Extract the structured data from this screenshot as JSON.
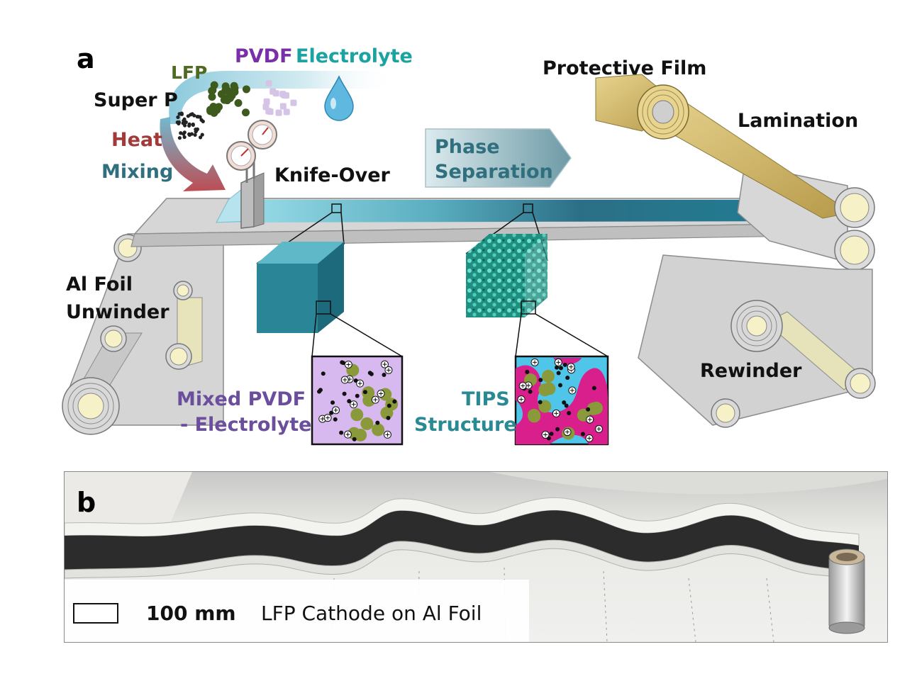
{
  "panel_a": {
    "letter": "a",
    "labels": {
      "pvdf": "PVDF",
      "electrolyte": "Electrolyte",
      "lfp": "LFP",
      "super_p": "Super  P",
      "heat": "Heat",
      "mixing": "Mixing",
      "knife_over": "Knife-Over",
      "phase_separation_1": "Phase",
      "phase_separation_2": "Separation",
      "protective_film": "Protective Film",
      "lamination": "Lamination",
      "al_foil_1": "Al Foil",
      "al_foil_2": "Unwinder",
      "rewinder": "Rewinder",
      "mixed_1": "Mixed PVDF",
      "mixed_2": "- Electrolyte",
      "tips_1": "TIPS",
      "tips_2": "Structure"
    },
    "colors": {
      "pvdf": "#7a2fa8",
      "electrolyte": "#1aa3a0",
      "lfp": "#4f6b22",
      "heat": "#a33a3a",
      "mixing": "#2f6f7e",
      "phase": "#2f6f7e",
      "mixed": "#6b4f9c",
      "tips": "#2a8a93",
      "roller_gray": "#cfcfcf",
      "slurry": "#2b7c8f",
      "film_gold": "#d8c27a",
      "lfp_particle": "#8a9a3a",
      "pvdf_matrix": "#d8b9ef",
      "tips_pink": "#d81f8c",
      "tips_cyan": "#4fc6e9"
    }
  },
  "panel_b": {
    "letter": "b",
    "scale": "100 mm",
    "caption": "LFP Cathode on Al Foil"
  }
}
